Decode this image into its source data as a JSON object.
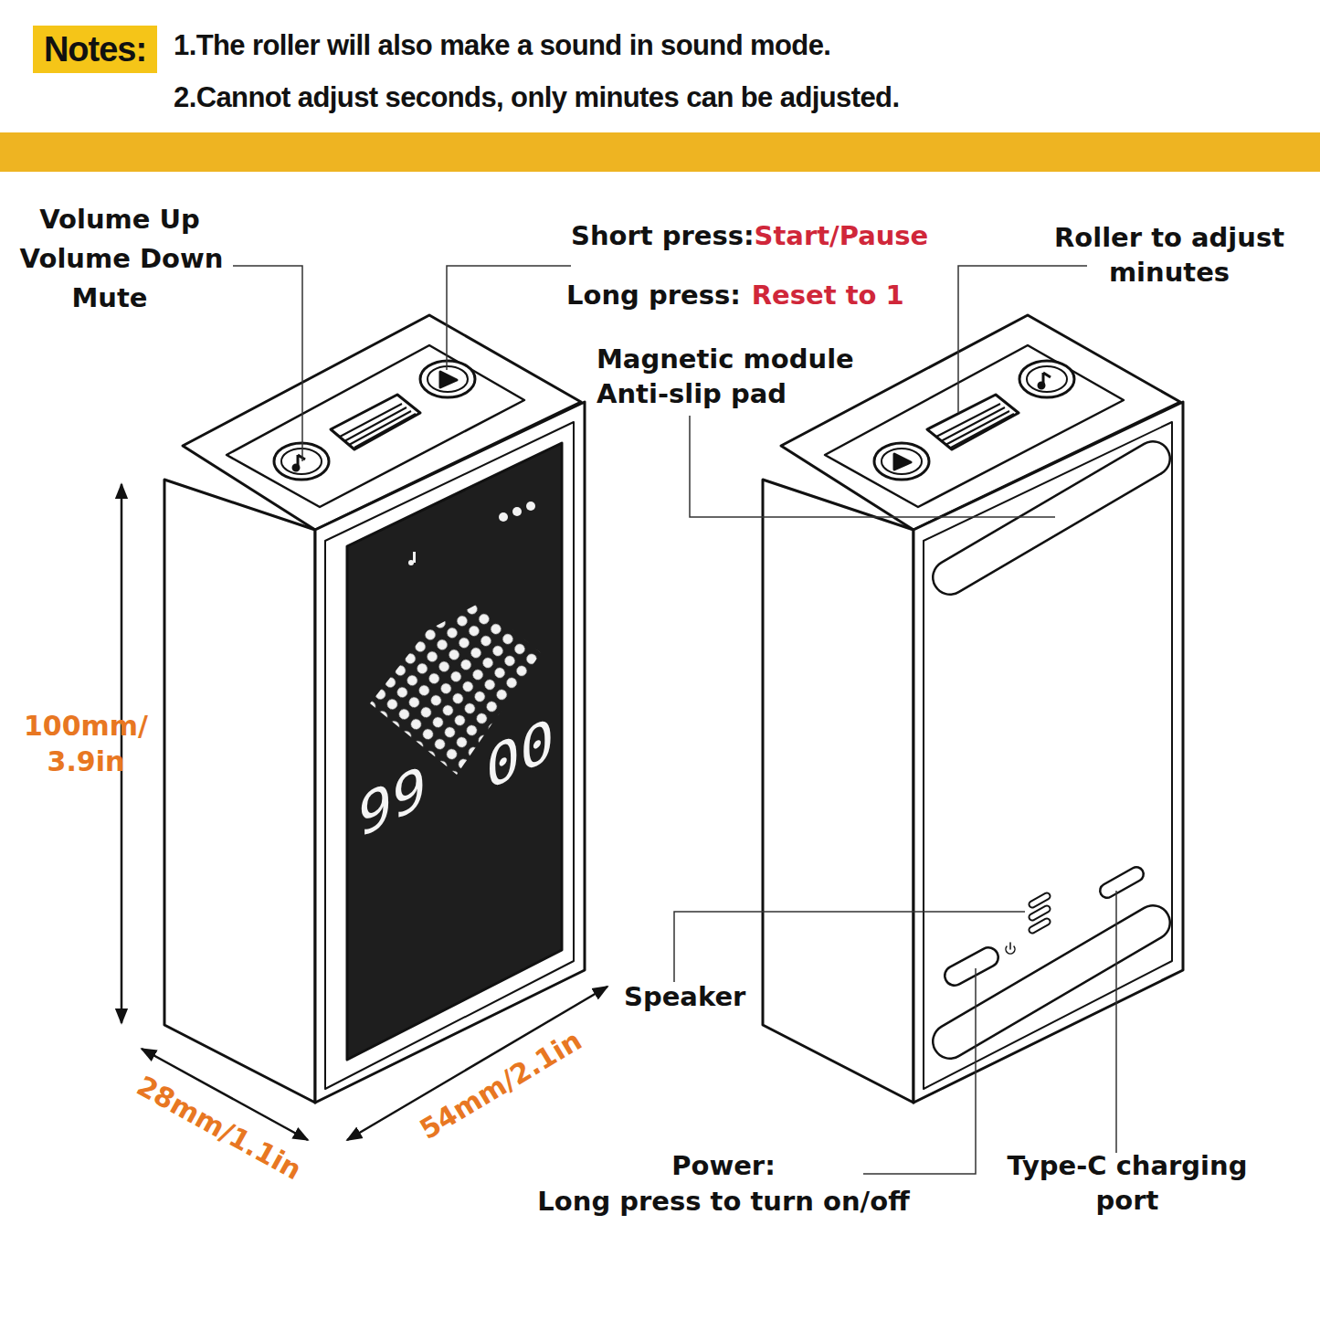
{
  "diagram": {
    "nodes": [
      {
        "text": [
          "Notes:"
        ]
      }
    ],
    "labels": [
      "1.The roller will also make a sound in sound mode.",
      "2.Cannot adjust seconds, only minutes can be adjusted.",
      "Volume Up",
      "Volume Down",
      "Mute",
      "Short press:",
      "Start/Pause",
      "Long press:",
      "Reset to 1",
      "Roller to adjust minutes",
      "Magnetic module Anti-slip pad",
      "99",
      "00",
      "100mm/ 3.9in",
      "28mm/1.1in",
      "54mm/2.1in",
      "Speaker",
      "Power:",
      "Long press to turn on/off",
      "Type-C charging port"
    ]
  }
}
